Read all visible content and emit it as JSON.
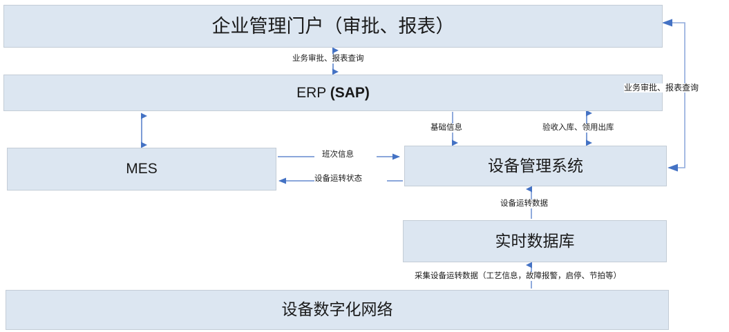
{
  "diagram": {
    "title_text": "企业管理门户（审批、报表）",
    "accent_color": "#4472c4",
    "box_fill_color": "#dce6f1",
    "box_border_color": "#c3ccd6",
    "nodes": [
      {
        "id": "portal",
        "label": "企业管理门户（审批、报表）"
      },
      {
        "id": "erp",
        "label_plain": "ERP ",
        "label_bold": "(SAP)"
      },
      {
        "id": "mes",
        "label": "MES"
      },
      {
        "id": "eqsys",
        "label": "设备管理系统"
      },
      {
        "id": "rtdb",
        "label": "实时数据库"
      },
      {
        "id": "network",
        "label": "设备数字化网络"
      }
    ],
    "edges": [
      {
        "id": "portal-erp",
        "label": "业务审批、报表查询",
        "direction": "bidirectional"
      },
      {
        "id": "eqsys-portal",
        "label": "业务审批、报表查询",
        "direction": "to-portal"
      },
      {
        "id": "erp-mes",
        "label": "",
        "direction": "bidirectional"
      },
      {
        "id": "erp-eqsys-base",
        "label": "基础信息",
        "direction": "down"
      },
      {
        "id": "erp-eqsys-stock",
        "label": "验收入库、领用出库",
        "direction": "bidirectional"
      },
      {
        "id": "mes-eqsys-shift",
        "label": "班次信息",
        "direction": "right"
      },
      {
        "id": "eqsys-mes-state",
        "label": "设备运转状态",
        "direction": "left"
      },
      {
        "id": "rtdb-eqsys",
        "label": "设备运转数据",
        "direction": "up"
      },
      {
        "id": "network-rtdb",
        "label": "采集设备运转数据（工艺信息，故障报警，启停、节拍等）",
        "direction": "up"
      }
    ]
  }
}
